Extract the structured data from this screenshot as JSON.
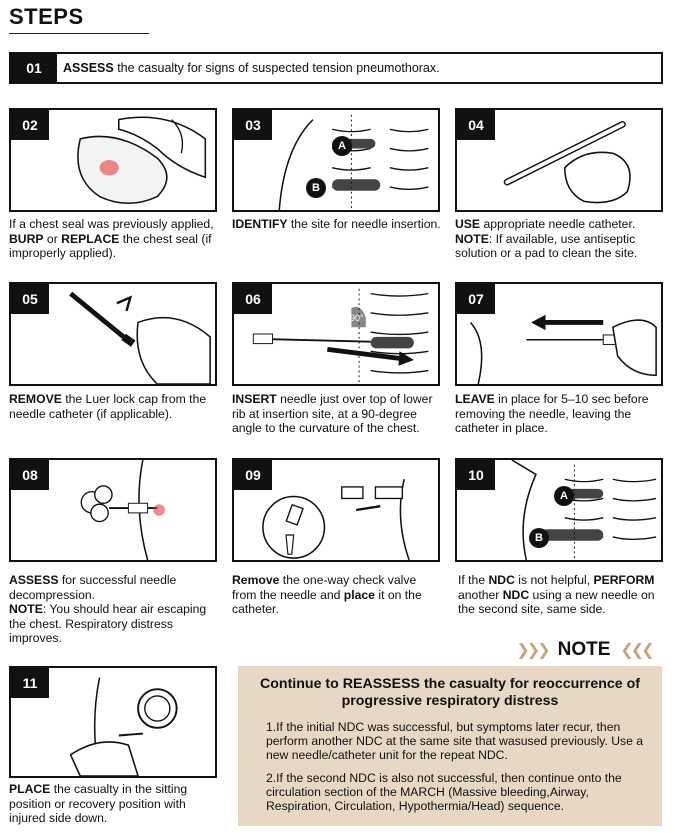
{
  "header": {
    "title": "STEPS"
  },
  "step01": {
    "num": "01",
    "bold": "ASSESS",
    "text": " the casualty for signs of suspected tension pneumothorax."
  },
  "steps": [
    {
      "num": "02",
      "parts": [
        [
          "",
          "If a chest seal was previously applied, "
        ],
        [
          "b",
          "BURP"
        ],
        [
          "",
          " or "
        ],
        [
          "b",
          "REPLACE"
        ],
        [
          "",
          " the chest seal (if improperly applied)."
        ]
      ]
    },
    {
      "num": "03",
      "parts": [
        [
          "b",
          "IDENTIFY"
        ],
        [
          "",
          " the site for needle insertion."
        ]
      ]
    },
    {
      "num": "04",
      "parts": [
        [
          "b",
          "USE"
        ],
        [
          "",
          " appropriate needle catheter."
        ],
        [
          "br",
          ""
        ],
        [
          "b",
          "NOTE"
        ],
        [
          "",
          ": If available, use antiseptic solution or a pad to clean the site."
        ]
      ]
    },
    {
      "num": "05",
      "parts": [
        [
          "b",
          "REMOVE"
        ],
        [
          "",
          " the Luer lock cap from the needle catheter (if applicable)."
        ]
      ]
    },
    {
      "num": "06",
      "parts": [
        [
          "b",
          "INSERT"
        ],
        [
          "",
          " needle just over top of lower rib at insertion site, at a 90-degree angle to the curvature of the chest."
        ]
      ]
    },
    {
      "num": "07",
      "parts": [
        [
          "b",
          "LEAVE"
        ],
        [
          "",
          " in place for 5–10 sec before removing the needle, leaving the catheter in place."
        ]
      ]
    },
    {
      "num": "08",
      "parts": [
        [
          "b",
          "ASSESS"
        ],
        [
          "",
          " for successful needle decompression."
        ],
        [
          "br",
          ""
        ],
        [
          "b",
          "NOTE"
        ],
        [
          "",
          ": You should hear air escaping the chest. Respiratory distress improves."
        ]
      ]
    },
    {
      "num": "09",
      "parts": [
        [
          "b",
          "Remove"
        ],
        [
          "",
          " the one-way check valve from the needle and "
        ],
        [
          "b",
          "place"
        ],
        [
          "",
          " it on the catheter."
        ]
      ]
    },
    {
      "num": "10",
      "parts": [
        [
          "",
          "If the "
        ],
        [
          "b",
          "NDC"
        ],
        [
          "",
          " is not helpful, "
        ],
        [
          "b",
          "PERFORM"
        ],
        [
          "",
          " another "
        ],
        [
          "b",
          "NDC"
        ],
        [
          "",
          " using a new needle on the second site, same side."
        ]
      ]
    },
    {
      "num": "11",
      "parts": [
        [
          "b",
          "PLACE"
        ],
        [
          "",
          " the casualty in the sitting position or recovery position with injured side down."
        ]
      ]
    }
  ],
  "labels": {
    "a": "A",
    "b": "B",
    "angle": "90°"
  },
  "note": {
    "label": "NOTE",
    "chevrons_left": "❯❯❯",
    "chevrons_right": "❮❮❮",
    "heading": "Continue to REASSESS the casualty for reoccurrence of progressive respiratory distress",
    "items": [
      "1.If the initial NDC was successful, but symptoms later recur, then perform another NDC at the same site that wasused previously. Use a new needle/catheter unit for the repeat NDC.",
      "2.If the second NDC is also not successful, then continue onto the circulation section of the MARCH (Massive bleeding,Airway, Respiration, Circulation, Hypothermia/Head) sequence."
    ]
  },
  "colors": {
    "accent": "#c7a57c",
    "note_bg": "#e6d8c4",
    "wound": "#e04040",
    "dark": "#111111"
  }
}
